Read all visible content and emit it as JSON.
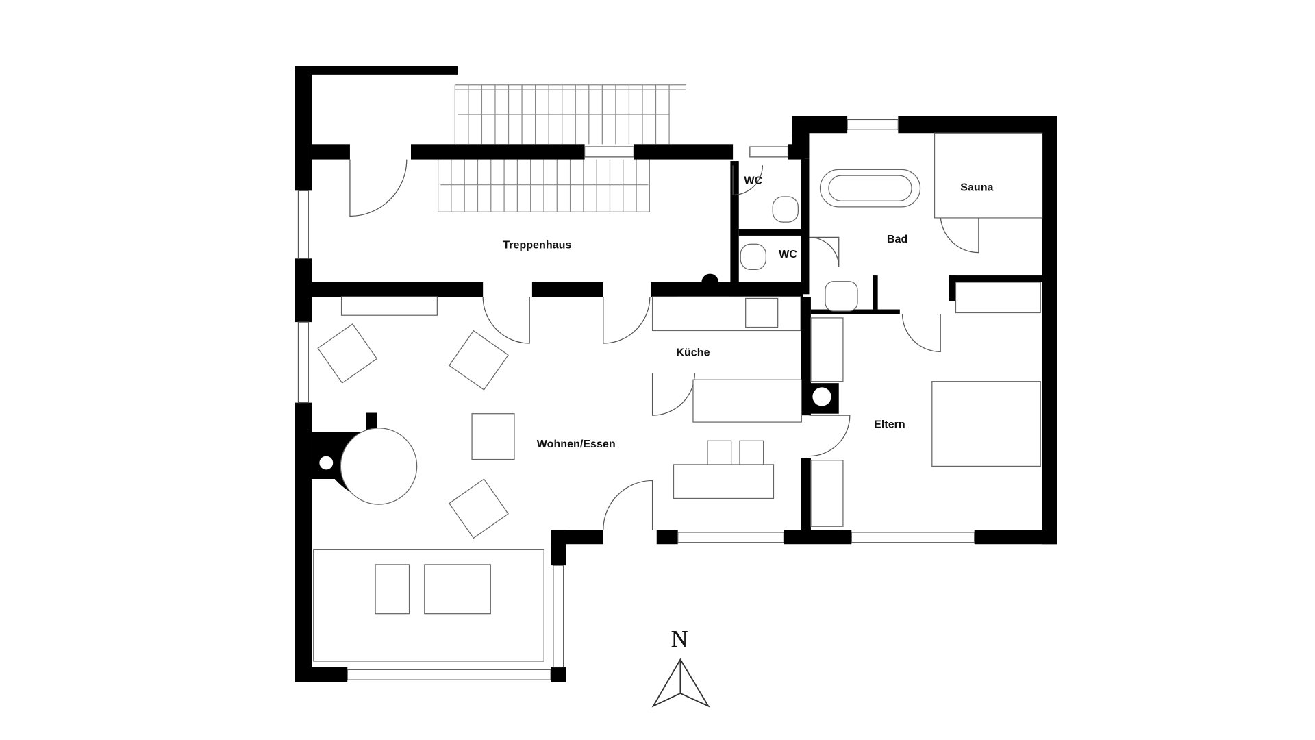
{
  "plan": {
    "rooms": {
      "treppenhaus": "Treppenhaus",
      "wc1": "WC",
      "wc2": "WC",
      "bad": "Bad",
      "sauna": "Sauna",
      "kueche": "Küche",
      "wohnen": "Wohnen/Essen",
      "eltern": "Eltern"
    },
    "north_label": "N"
  }
}
